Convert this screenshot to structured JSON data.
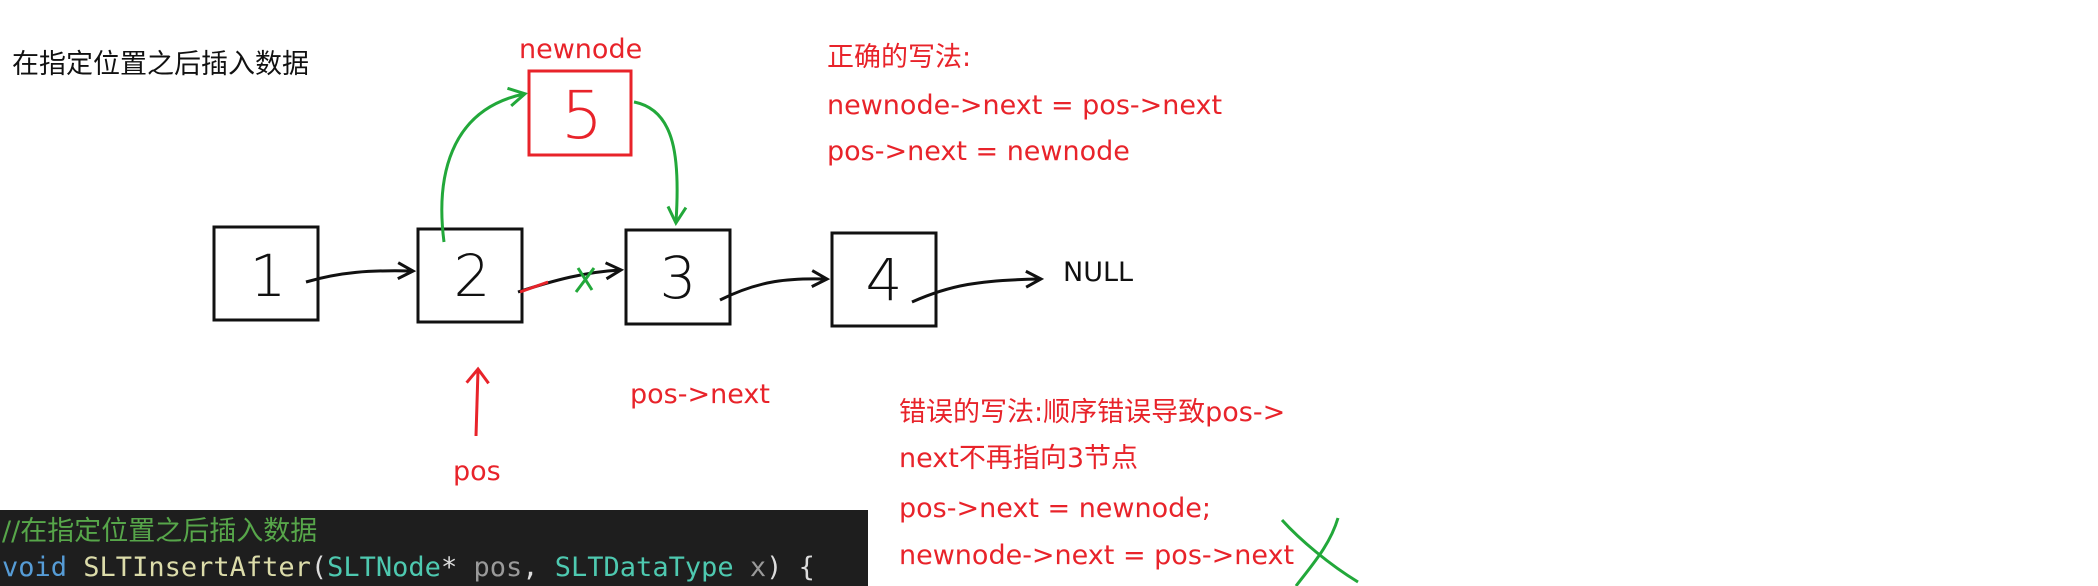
{
  "title": "在指定位置之后插入数据",
  "nodes": {
    "n1": "1",
    "n2": "2",
    "n3": "3",
    "n4": "4",
    "new": "5"
  },
  "labels": {
    "newnode": "newnode",
    "null": "NULL",
    "pos": "pos",
    "pos_next": "pos->next"
  },
  "correct": {
    "heading": "正确的写法:",
    "line1": "newnode->next = pos->next",
    "line2": "pos->next = newnode"
  },
  "wrong": {
    "heading": "错误的写法:顺序错误导致pos->",
    "heading2": "next不再指向3节点",
    "line1": "pos->next = newnode;",
    "line2": "newnode->next = pos->next"
  },
  "code": {
    "comment": "//在指定位置之后插入数据",
    "kw_void": "void",
    "fn_name": "SLTInsertAfter",
    "paren_open": "(",
    "type1": "SLTNode",
    "star": "*",
    "param1": "pos",
    "comma": ",",
    "type2": "SLTDataType",
    "param2": "x",
    "paren_close": ") {"
  },
  "colors": {
    "red": "#e8232a",
    "green": "#22a83a",
    "black": "#111111",
    "code_bg": "#1e1e1e"
  }
}
